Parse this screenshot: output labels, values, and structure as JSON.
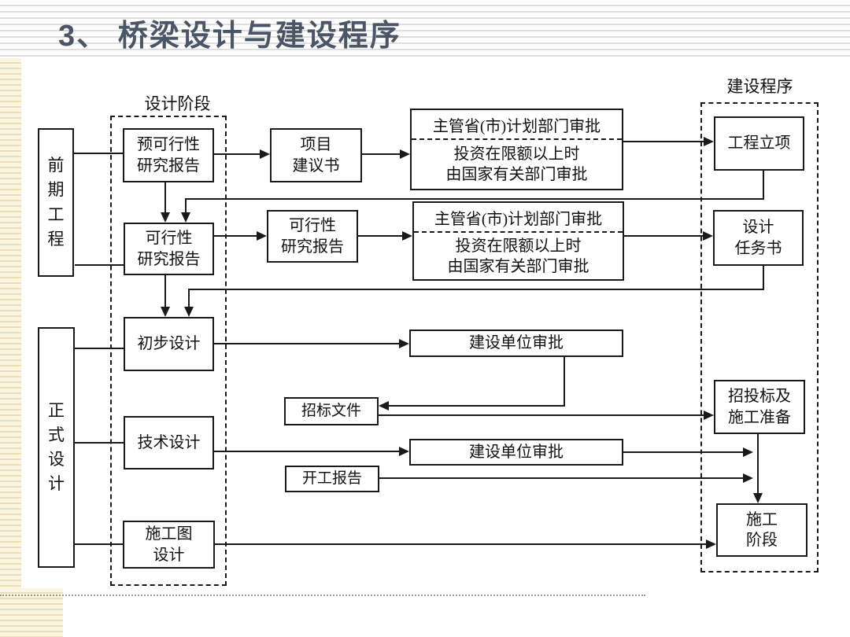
{
  "title": "3、 桥梁设计与建设程序",
  "labels": {
    "design_stage": "设计阶段",
    "construction_procedure": "建设程序"
  },
  "nodes": {
    "pre_phase": "前\n期\n工\n程",
    "formal_design": "正\n式\n设\n计",
    "pre_feasibility_study": "预可行性\n研究报告",
    "feasibility_study": "可行性\n研究报告",
    "preliminary_design": "初步设计",
    "technical_design": "技术设计",
    "construction_drawing_design": "施工图\n设计",
    "project_proposal": "项目\n建议书",
    "feasibility_report": "可行性\n研究报告",
    "bid_documents": "招标文件",
    "commencement_report": "开工报告",
    "owner_approval_1": "建设单位审批",
    "owner_approval_2": "建设单位审批",
    "project_initiation": "工程立项",
    "design_assignment": "设计\n任务书",
    "bidding_and_preparation": "招投标及\n施工准备",
    "construction_stage": "施工\n阶段",
    "approval_1": {
      "top": "主管省(市)计划部门审批",
      "bottom": "投资在限额以上时\n由国家有关部门审批"
    },
    "approval_2": {
      "top": "主管省(市)计划部门审批",
      "bottom": "投资在限额以上时\n由国家有关部门审批"
    }
  },
  "colors": {
    "title": "#4a5568",
    "line": "#1a1a1a",
    "cream_stripe": "#ebdfb4",
    "gray_stripe": "#dedede"
  }
}
